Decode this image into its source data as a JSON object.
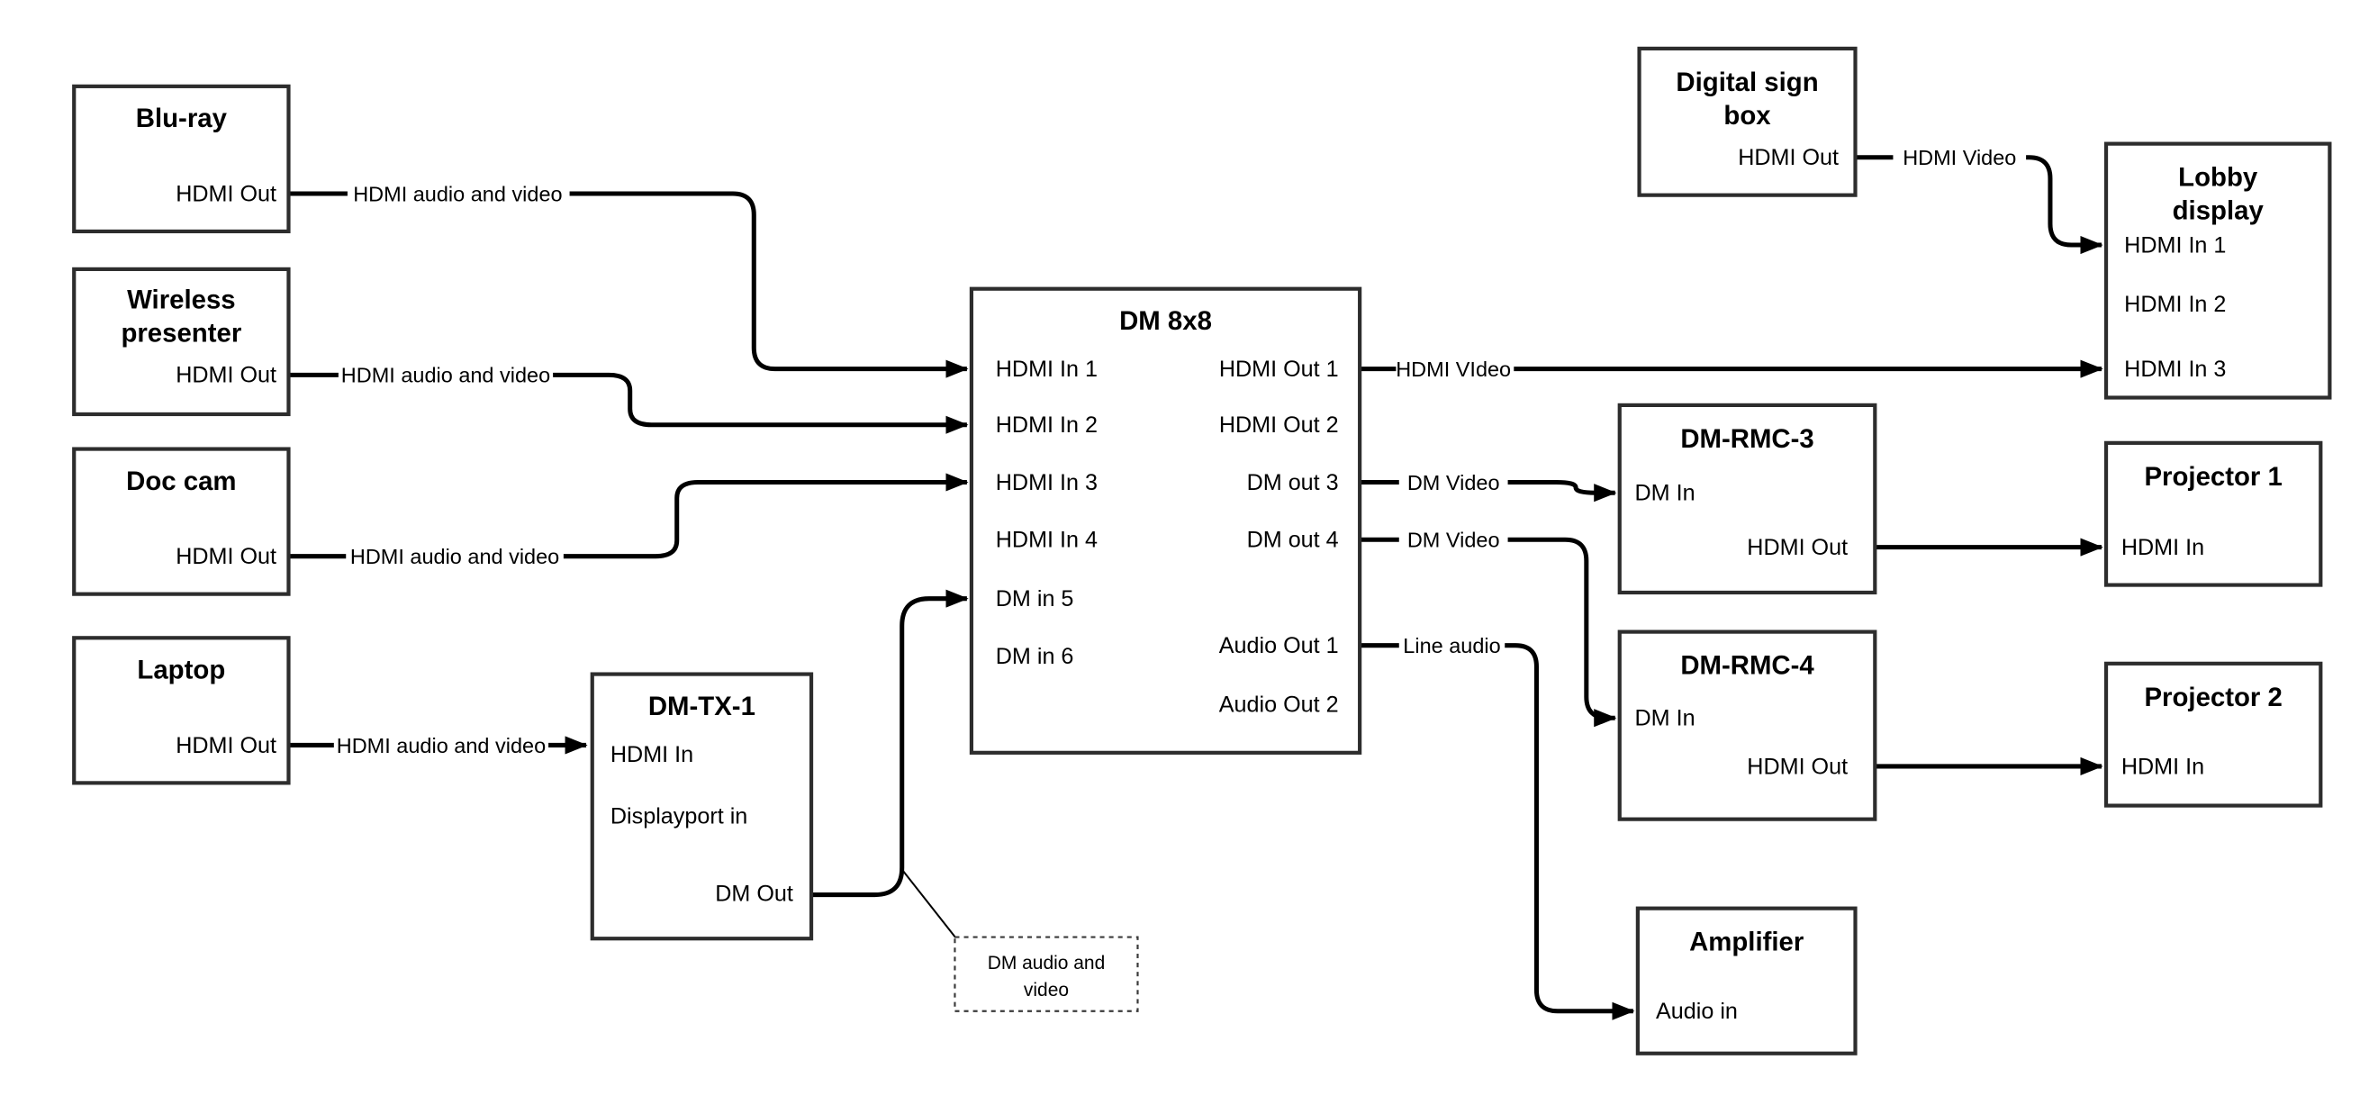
{
  "diagram": {
    "background": "#ffffff",
    "wire_color": "#000000",
    "box_border_color": "#2d2d2d",
    "text_color": "#000000"
  },
  "nodes": {
    "bluray": {
      "title": "Blu-ray",
      "ports": {
        "hdmi_out": "HDMI Out"
      }
    },
    "wireless_presenter": {
      "title_line1": "Wireless",
      "title_line2": "presenter",
      "ports": {
        "hdmi_out": "HDMI Out"
      }
    },
    "doc_cam": {
      "title": "Doc cam",
      "ports": {
        "hdmi_out": "HDMI Out"
      }
    },
    "laptop": {
      "title": "Laptop",
      "ports": {
        "hdmi_out": "HDMI Out"
      }
    },
    "dm_tx_1": {
      "title": "DM-TX-1",
      "ports": {
        "hdmi_in": "HDMI In",
        "displayport_in": "Displayport in",
        "dm_out": "DM Out"
      }
    },
    "dm_8x8": {
      "title": "DM 8x8",
      "ports": {
        "hdmi_in_1": "HDMI In 1",
        "hdmi_in_2": "HDMI In 2",
        "hdmi_in_3": "HDMI In 3",
        "hdmi_in_4": "HDMI In 4",
        "dm_in_5": "DM in 5",
        "dm_in_6": "DM in 6",
        "hdmi_out_1": "HDMI Out 1",
        "hdmi_out_2": "HDMI Out 2",
        "dm_out_3": "DM out 3",
        "dm_out_4": "DM out 4",
        "audio_out_1": "Audio Out 1",
        "audio_out_2": "Audio Out 2"
      }
    },
    "digital_sign_box": {
      "title_line1": "Digital sign",
      "title_line2": "box",
      "ports": {
        "hdmi_out": "HDMI Out"
      }
    },
    "lobby_display": {
      "title_line1": "Lobby",
      "title_line2": "display",
      "ports": {
        "hdmi_in_1": "HDMI In 1",
        "hdmi_in_2": "HDMI In 2",
        "hdmi_in_3": "HDMI In 3"
      }
    },
    "dm_rmc_3": {
      "title": "DM-RMC-3",
      "ports": {
        "dm_in": "DM In",
        "hdmi_out": "HDMI Out"
      }
    },
    "projector_1": {
      "title": "Projector 1",
      "ports": {
        "hdmi_in": "HDMI In"
      }
    },
    "dm_rmc_4": {
      "title": "DM-RMC-4",
      "ports": {
        "dm_in": "DM In",
        "hdmi_out": "HDMI Out"
      }
    },
    "projector_2": {
      "title": "Projector 2",
      "ports": {
        "hdmi_in": "HDMI In"
      }
    },
    "amplifier": {
      "title": "Amplifier",
      "ports": {
        "audio_in": "Audio in"
      }
    }
  },
  "connections": {
    "bluray_to_dm8x8": {
      "label": "HDMI audio and video"
    },
    "wireless_to_dm8x8": {
      "label": "HDMI audio and video"
    },
    "doccam_to_dm8x8": {
      "label": "HDMI audio and video"
    },
    "laptop_to_dmtx1": {
      "label": "HDMI audio and video"
    },
    "dmtx1_to_dm8x8": {
      "label": ""
    },
    "dm8x8_to_lobby": {
      "label": "HDMI VIdeo"
    },
    "sign_to_lobby": {
      "label": "HDMI Video"
    },
    "dm8x8_to_rmc3": {
      "label": "DM Video"
    },
    "dm8x8_to_rmc4": {
      "label": "DM Video"
    },
    "dm8x8_to_amp": {
      "label": "Line audio"
    },
    "rmc3_to_proj1": {
      "label": ""
    },
    "rmc4_to_proj2": {
      "label": ""
    }
  },
  "note": {
    "line1": "DM audio and",
    "line2": "video"
  }
}
